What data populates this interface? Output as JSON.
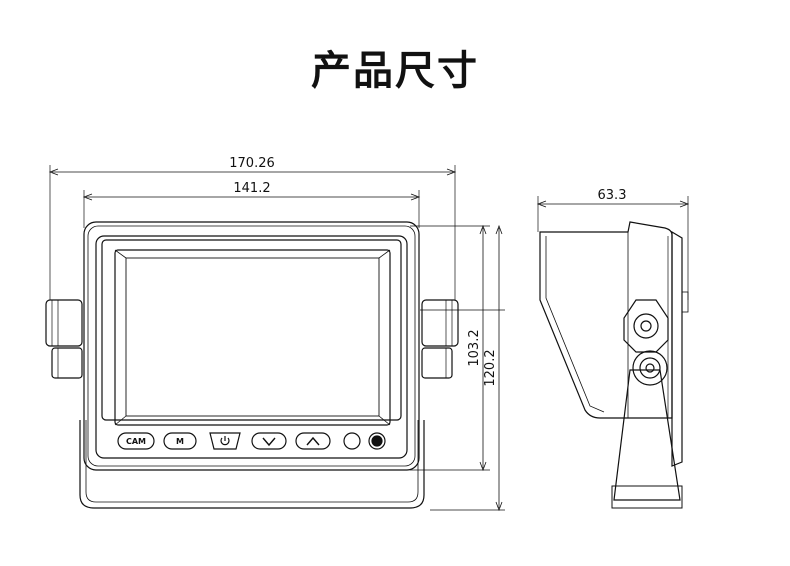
{
  "title": "产品尺寸",
  "front_view": {
    "overall_width": "170.26",
    "body_width": "141.2",
    "body_height": "103.2",
    "overall_height": "120.2",
    "buttons": [
      {
        "label": "CAM",
        "icon": "text"
      },
      {
        "label": "M",
        "icon": "text"
      },
      {
        "label": "",
        "icon": "power-icon"
      },
      {
        "label": "",
        "icon": "chevron-down-icon"
      },
      {
        "label": "",
        "icon": "chevron-up-icon"
      },
      {
        "label": "",
        "icon": "indicator-circle"
      },
      {
        "label": "",
        "icon": "indicator-circle-filled"
      }
    ]
  },
  "side_view": {
    "depth": "63.3"
  },
  "colors": {
    "line": "#111111",
    "background": "#ffffff"
  }
}
